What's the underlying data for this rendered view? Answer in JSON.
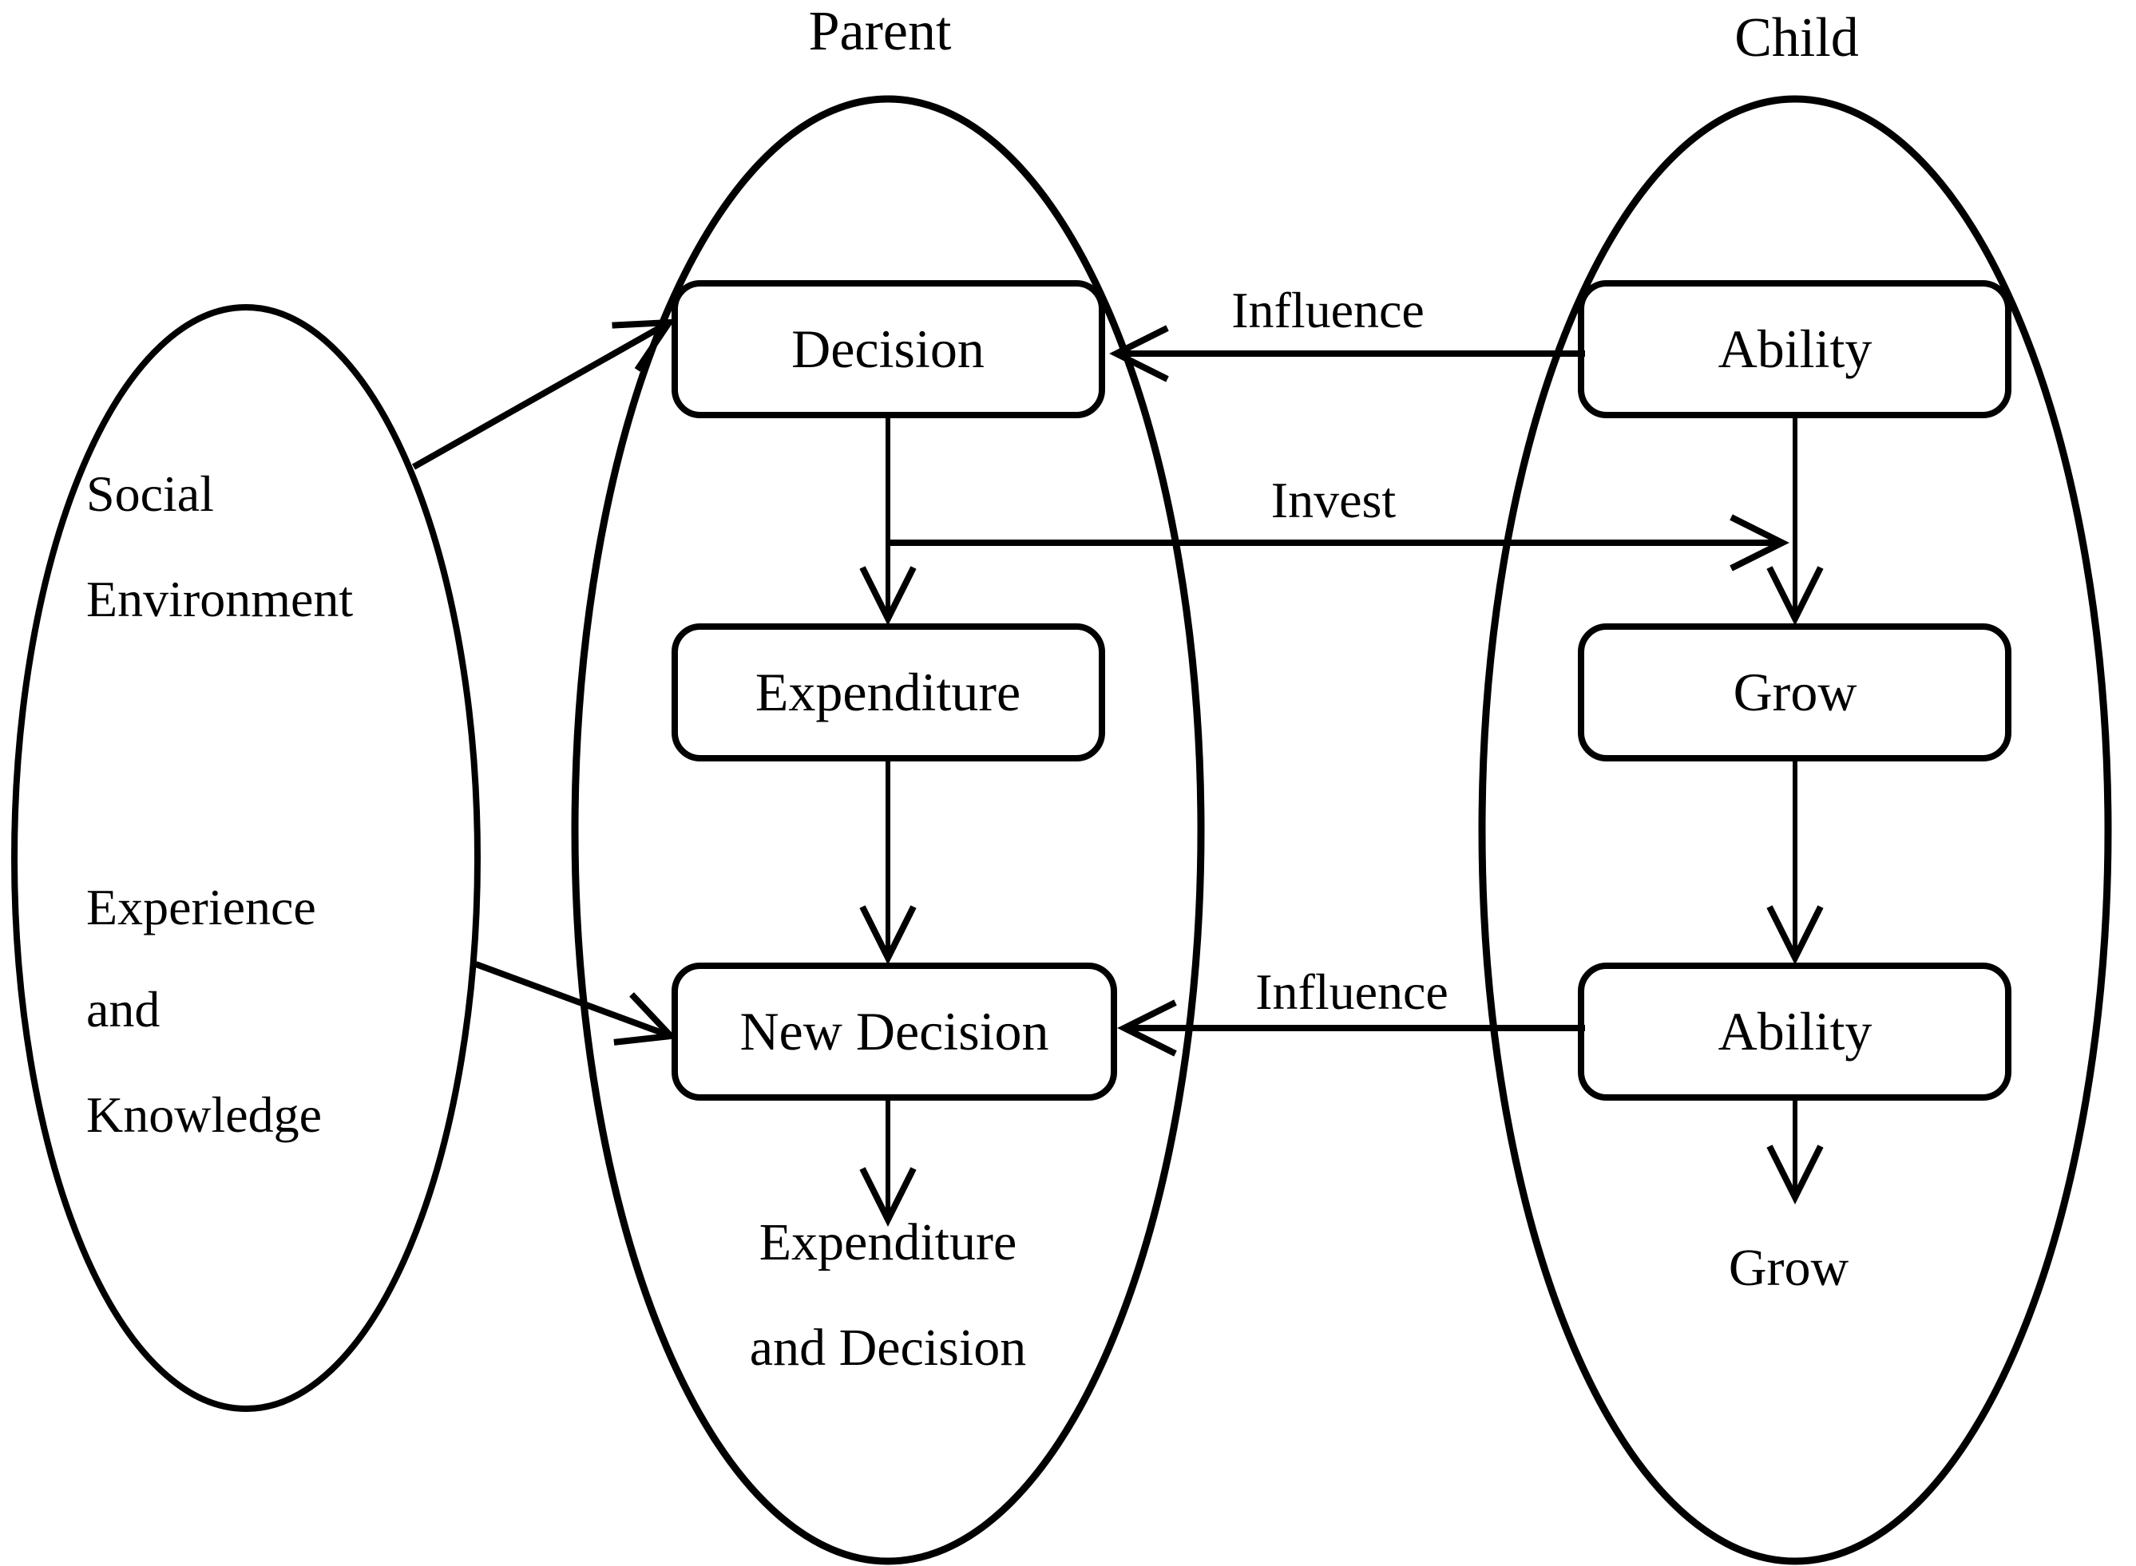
{
  "canvas": {
    "background": "#ffffff",
    "ink": "#000000"
  },
  "social_ellipse": {
    "line1": "Social",
    "line2": "Environment",
    "line3": "Experience",
    "line4": "and",
    "line5": "Knowledge"
  },
  "columns": {
    "parent": {
      "title": "Parent",
      "boxes": {
        "decision": "Decision",
        "expenditure": "Expenditure",
        "new_decision": "New Decision"
      },
      "footer_line1": "Expenditure",
      "footer_line2": "and Decision"
    },
    "child": {
      "title": "Child",
      "boxes": {
        "ability_top": "Ability",
        "grow": "Grow",
        "ability_bottom": "Ability"
      },
      "footer": "Grow"
    }
  },
  "edge_labels": {
    "influence_top": "Influence",
    "invest": "Invest",
    "influence_bottom": "Influence"
  }
}
